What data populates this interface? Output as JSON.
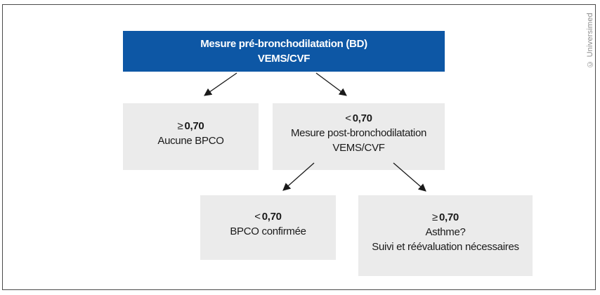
{
  "page": {
    "copyright": "© Universimed"
  },
  "flowchart": {
    "root": {
      "line1": "Mesure pré-bronchodilatation (BD)",
      "line2": "VEMS/CVF"
    },
    "nodes": [
      {
        "id": "no-bpco",
        "symbol": "≥",
        "value": "0,70",
        "lines": [
          "Aucune BPCO"
        ]
      },
      {
        "id": "post-bd",
        "symbol": "<",
        "value": "0,70",
        "lines": [
          "Mesure post-bronchodilatation",
          "VEMS/CVF"
        ]
      },
      {
        "id": "bpco-confirmed",
        "symbol": "<",
        "value": "0,70",
        "lines": [
          "BPCO confirmée"
        ]
      },
      {
        "id": "asthma",
        "symbol": "≥",
        "value": "0,70",
        "lines": [
          "Asthme?",
          "Suivi et réévaluation nécessaires"
        ]
      }
    ],
    "colors": {
      "header_bg": "#0d57a5",
      "node_bg": "#ebebeb",
      "arrow": "#1a1a1a",
      "text": "#1a1a1a",
      "copyright": "#8c8c8c",
      "border": "#4a4a4a"
    }
  }
}
